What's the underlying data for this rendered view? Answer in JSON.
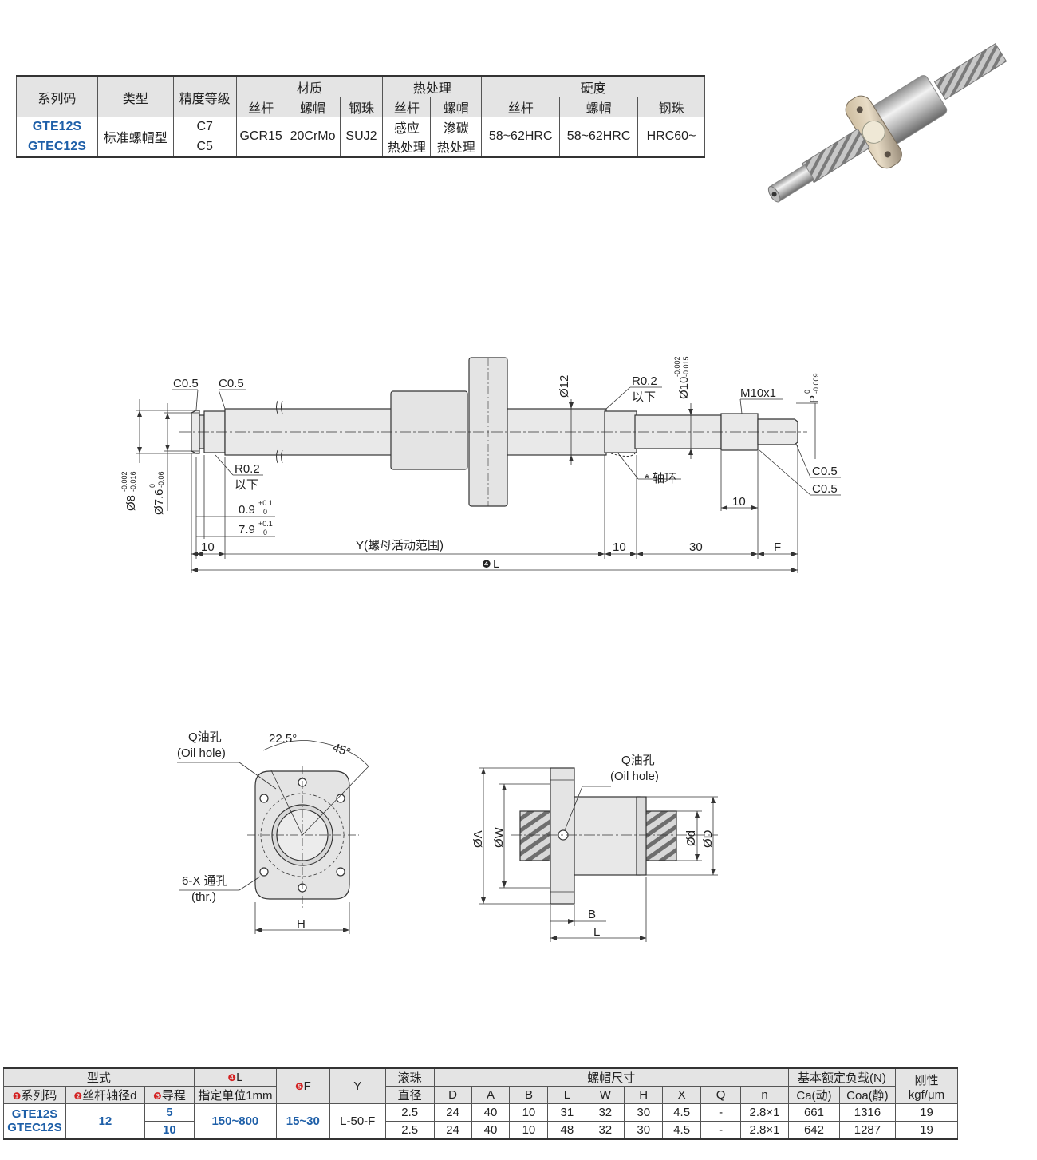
{
  "spec_table": {
    "headers": {
      "series_code": "系列码",
      "type": "类型",
      "precision": "精度等级",
      "material": "材质",
      "heat_treatment": "热处理",
      "hardness": "硬度",
      "screw": "丝杆",
      "nut": "螺帽",
      "ball": "钢珠"
    },
    "rows": [
      {
        "code": "GTE12S",
        "precision": "C7"
      },
      {
        "code": "GTEC12S",
        "precision": "C5"
      }
    ],
    "type_value": "标准螺帽型",
    "material": {
      "screw": "GCR15",
      "nut": "20CrMo",
      "ball": "SUJ2"
    },
    "heat": {
      "screw_line1": "感应",
      "screw_line2": "热处理",
      "nut_line1": "渗碳",
      "nut_line2": "热处理"
    },
    "hardness": {
      "screw": "58~62HRC",
      "nut": "58~62HRC",
      "ball": "HRC60~"
    }
  },
  "drawing_shaft": {
    "c05_a": "C0.5",
    "c05_b": "C0.5",
    "c05_c": "C0.5",
    "c05_d": "C0.5",
    "r02_left": "R0.2",
    "r02_left_2": "以下",
    "r02_right": "R0.2",
    "r02_right_2": "以下",
    "dia8": "Ø8",
    "dia8_tol_top": "-0.002",
    "dia8_tol_bot": "-0.016",
    "dia76": "Ø7.6",
    "dia76_tol_top": "0",
    "dia76_tol_bot": "-0.06",
    "d09": "0.9",
    "d09_tol_top": "+0.1",
    "d09_tol_bot": "0",
    "d79": "7.9",
    "d79_tol_top": "+0.1",
    "d79_tol_bot": "0",
    "dia12": "Ø12",
    "dia10": "Ø10",
    "dia10_tol_top": "-0.002",
    "dia10_tol_bot": "-0.015",
    "m10": "M10x1",
    "p": "P",
    "p_tol_top": "0",
    "p_tol_bot": "-0.009",
    "collar": "* 轴环",
    "dim10_a": "10",
    "y_label": "Y(螺母活动范围)",
    "dim10_b": "10",
    "dim30": "30",
    "f_label": "F",
    "dim10_c": "10",
    "l_marker": "❹",
    "l_label": "L"
  },
  "drawing_front": {
    "oil_hole": "Q油孔",
    "oil_hole_en": "(Oil hole)",
    "angle225": "22.5°",
    "angle45": "45°",
    "holes": "6-X 通孔",
    "holes_en": "(thr.)",
    "h_label": "H"
  },
  "drawing_side": {
    "oil_hole": "Q油孔",
    "oil_hole_en": "(Oil hole)",
    "a": "ØA",
    "w": "ØW",
    "d_small": "Ød",
    "d_big": "ØD",
    "b": "B",
    "l": "L"
  },
  "dim_table": {
    "h_model": "型式",
    "h_l_marker": "❹",
    "h_l": "L",
    "h_l_unit": "指定单位1mm",
    "h_f_marker": "❺",
    "h_f": "F",
    "h_y": "Y",
    "h_ball_1": "滚珠",
    "h_ball_2": "直径",
    "h_nut_dims": "螺帽尺寸",
    "h_load": "基本额定负载(N)",
    "h_rigid_1": "刚性",
    "h_rigid_2": "kgf/μm",
    "h_series_marker": "❶",
    "h_series": "系列码",
    "h_shaft_marker": "❷",
    "h_shaft": "丝杆轴径d",
    "h_lead_marker": "❸",
    "h_lead": "导程",
    "cols": [
      "D",
      "A",
      "B",
      "L",
      "W",
      "H",
      "X",
      "Q",
      "n",
      "Ca(动)",
      "Coa(静)"
    ],
    "code1": "GTE12S",
    "code2": "GTEC12S",
    "shaft_d": "12",
    "l_range": "150~800",
    "f_range": "15~30",
    "y_value": "L-50-F",
    "rows": [
      {
        "lead": "5",
        "ball": "2.5",
        "vals": [
          "24",
          "40",
          "10",
          "31",
          "32",
          "30",
          "4.5",
          "-",
          "2.8×1",
          "661",
          "1316"
        ],
        "rigid": "19"
      },
      {
        "lead": "10",
        "ball": "2.5",
        "vals": [
          "24",
          "40",
          "10",
          "48",
          "32",
          "30",
          "4.5",
          "-",
          "2.8×1",
          "642",
          "1287"
        ],
        "rigid": "19"
      }
    ]
  }
}
